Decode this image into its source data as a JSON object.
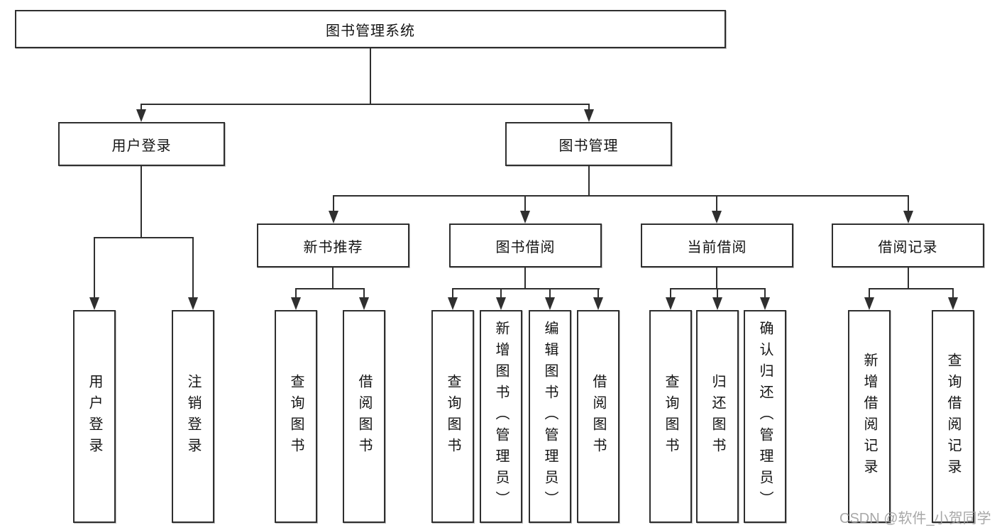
{
  "diagram": {
    "title": "图书管理系统",
    "root": {
      "label": "图书管理系统"
    },
    "level2": [
      {
        "id": "user-login",
        "label": "用户登录"
      },
      {
        "id": "book-management",
        "label": "图书管理"
      }
    ],
    "level3": [
      {
        "id": "new-book-recommend",
        "label": "新书推荐"
      },
      {
        "id": "book-borrow",
        "label": "图书借阅"
      },
      {
        "id": "current-borrow",
        "label": "当前借阅"
      },
      {
        "id": "borrow-records",
        "label": "借阅记录"
      }
    ],
    "leaves": {
      "login": [
        "用户登录",
        "注销登录"
      ],
      "recommend": [
        "查询图书",
        "借阅图书"
      ],
      "borrow": [
        "查询图书",
        "新增图书（管理员）",
        "编辑图书（管理员）",
        "借阅图书"
      ],
      "current": [
        "查询图书",
        "归还图书",
        "确认归还（管理员）"
      ],
      "records": [
        "新增借阅记录",
        "查询借阅记录"
      ]
    }
  },
  "watermark": "CSDN @软件_小贺同学",
  "colors": {
    "line": "#2f2f2f",
    "text": "#141414",
    "watermark": "#9e9e9e",
    "background": "#ffffff"
  }
}
